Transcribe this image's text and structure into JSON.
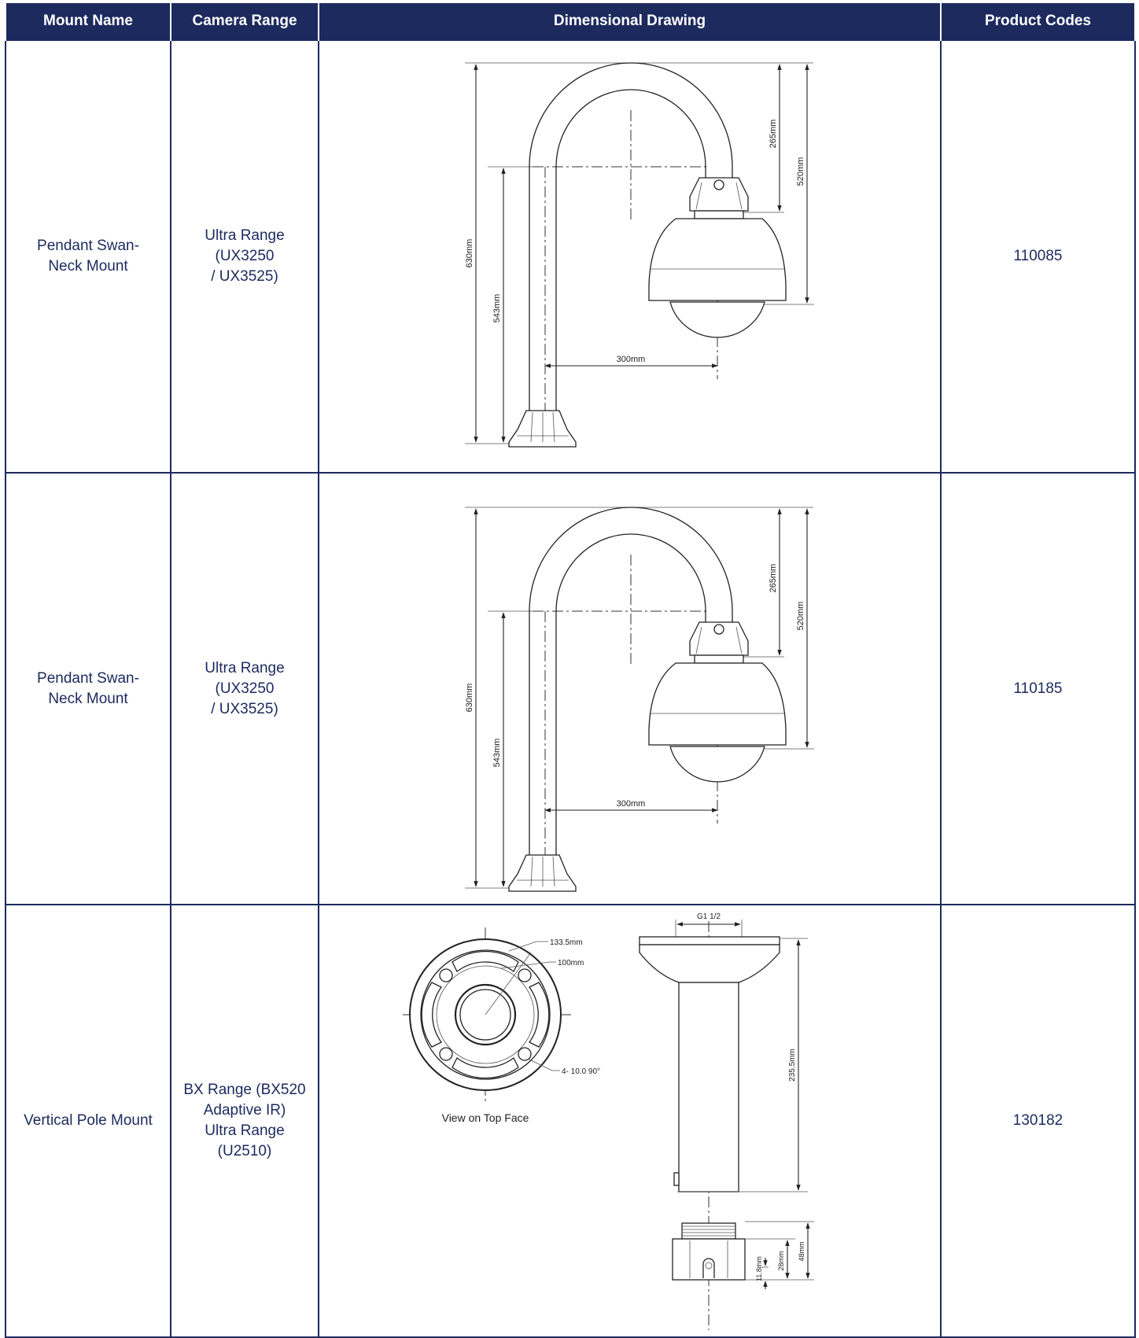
{
  "table": {
    "headers": {
      "mount_name": "Mount Name",
      "camera_range": "Camera Range",
      "dimensional_drawing": "Dimensional Drawing",
      "product_codes": "Product Codes"
    },
    "rows": [
      {
        "mount_name": "Pendant Swan-Neck Mount",
        "camera_range": [
          "Ultra Range (UX3250",
          "/ UX3525)"
        ],
        "product_code": "110085",
        "drawing": {
          "dim_total_height": "630mm",
          "dim_pole_height": "543mm",
          "dim_reach": "300mm",
          "dim_top_to_camera": "265mm",
          "dim_top_to_housing": "520mm"
        }
      },
      {
        "mount_name": "Pendant Swan-Neck Mount",
        "camera_range": [
          "Ultra Range (UX3250",
          "/ UX3525)"
        ],
        "product_code": "110185",
        "drawing": {
          "dim_total_height": "630mm",
          "dim_pole_height": "543mm",
          "dim_reach": "300mm",
          "dim_top_to_camera": "265mm",
          "dim_top_to_housing": "520mm"
        }
      },
      {
        "mount_name": "Vertical Pole Mount",
        "camera_range": [
          "BX Range (BX520",
          "Adaptive IR)",
          "Ultra Range (U2510)"
        ],
        "product_code": "130182",
        "drawing": {
          "dim_outer_diameter": "133.5mm",
          "dim_inner_diameter": "100mm",
          "dim_holes": "4- 10.0 90°",
          "top_view_caption": "View on Top Face",
          "dim_thread": "G1 1/2",
          "dim_pole_length": "235.5mm",
          "dim_adapter_height": "48mm",
          "dim_adapter_thread": "28mm",
          "dim_adapter_base": "11.8mm"
        }
      }
    ]
  },
  "colors": {
    "header_bg": "#1c2a5e",
    "text": "#1c2a5e",
    "border": "#1c2a5e"
  }
}
